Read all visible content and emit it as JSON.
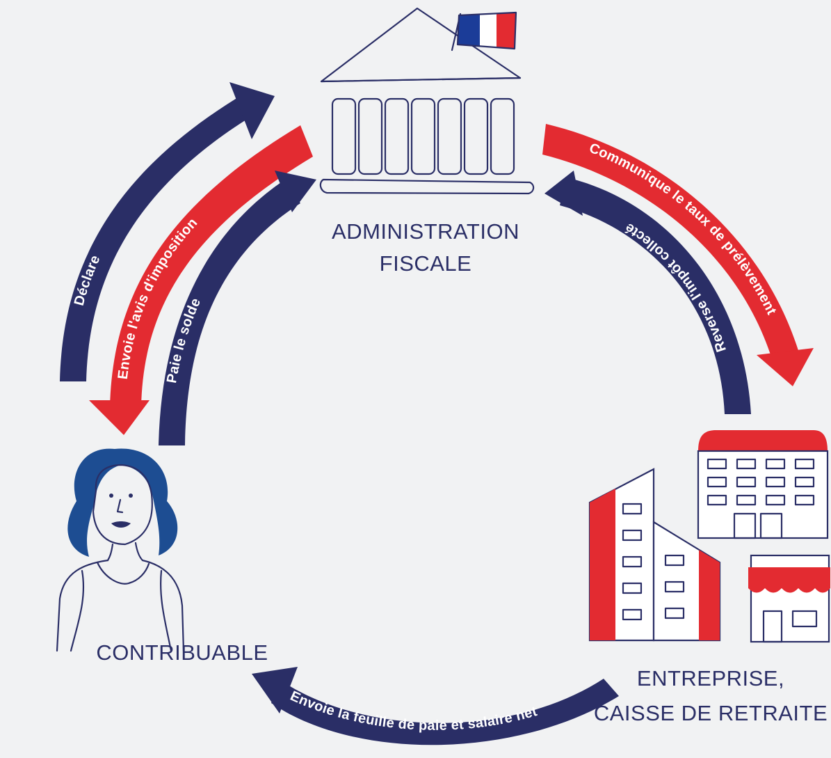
{
  "nodes": {
    "administration": {
      "line1": "ADMINISTRATION",
      "line2": "FISCALE"
    },
    "contribuable": {
      "label": "CONTRIBUABLE"
    },
    "entreprise": {
      "line1": "ENTREPRISE,",
      "line2": "CAISSE DE RETRAITE"
    }
  },
  "arrows": {
    "declare": "Déclare",
    "avis": "Envoie l'avis d'imposition",
    "solde": "Paie le solde",
    "taux": "Communique le taux de prélèvement",
    "reverse": "Reverse l'impôt collecté",
    "feuille": "Envoie la feuille de paie et salaire net"
  },
  "icons": {
    "administration": "government-building-icon",
    "flag": "french-flag-icon",
    "contribuable": "woman-taxpayer-icon",
    "entreprise": "company-buildings-icon"
  },
  "colors": {
    "navy": "#2a2e66",
    "red": "#e32b31",
    "flag_blue": "#1b3c98",
    "hair": "#1d4d92",
    "background": "#f1f2f3"
  }
}
